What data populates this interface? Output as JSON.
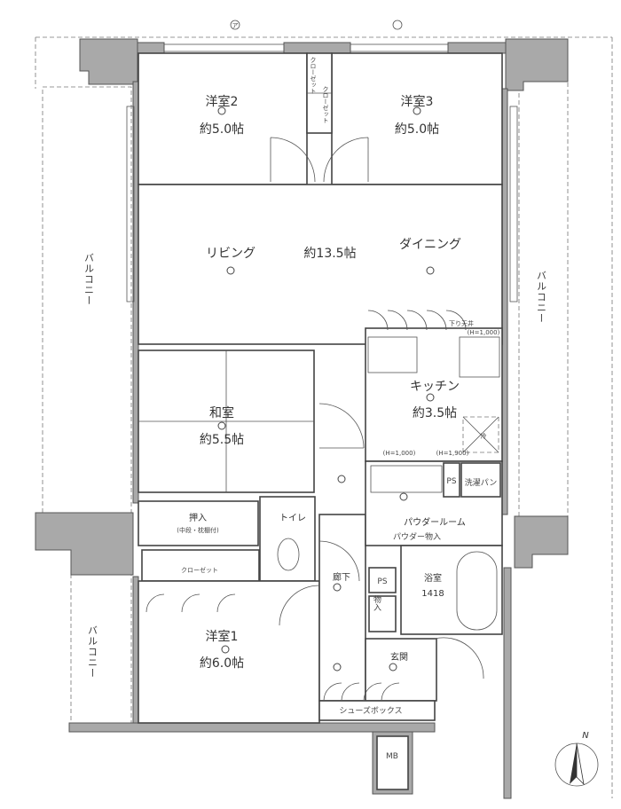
{
  "rooms": {
    "western2": {
      "name": "洋室2",
      "size": "約5.0帖"
    },
    "western3": {
      "name": "洋室3",
      "size": "約5.0帖"
    },
    "living": "リビング",
    "ldk_size": "約13.5帖",
    "dining": "ダイニング",
    "kitchen": {
      "name": "キッチン",
      "size": "約3.5帖"
    },
    "japanese": {
      "name": "和室",
      "size": "約5.5帖"
    },
    "western1": {
      "name": "洋室1",
      "size": "約6.0帖"
    },
    "oshiire": {
      "name": "押入",
      "note": "(中段・枕棚付)"
    },
    "closet": "クローゼット",
    "closet_small_1": "クローゼット",
    "closet_small_2": "クローゼット",
    "toilet": "トイレ",
    "hallway": "廊下",
    "entrance": "玄関",
    "shoebox": "シューズボックス",
    "powder": "パウダールーム",
    "powder_storage": "パウダー物入",
    "bath": {
      "name": "浴室",
      "size": "1418"
    },
    "storage": "物入",
    "ps1": "PS",
    "ps2": "PS",
    "laundry": "洗濯パン",
    "mb": "MB",
    "balcony_left": "バルコニー",
    "balcony_right": "バルコニー",
    "balcony_lower": "バルコニー"
  },
  "annotations": {
    "lowered_ceiling": "下り天井",
    "h1000_top": "(H=1,000)",
    "h1000": "(H=1,000)",
    "h1900": "(H=1,900)",
    "fridge": "冷",
    "mark_a": "ア",
    "north": "N"
  }
}
